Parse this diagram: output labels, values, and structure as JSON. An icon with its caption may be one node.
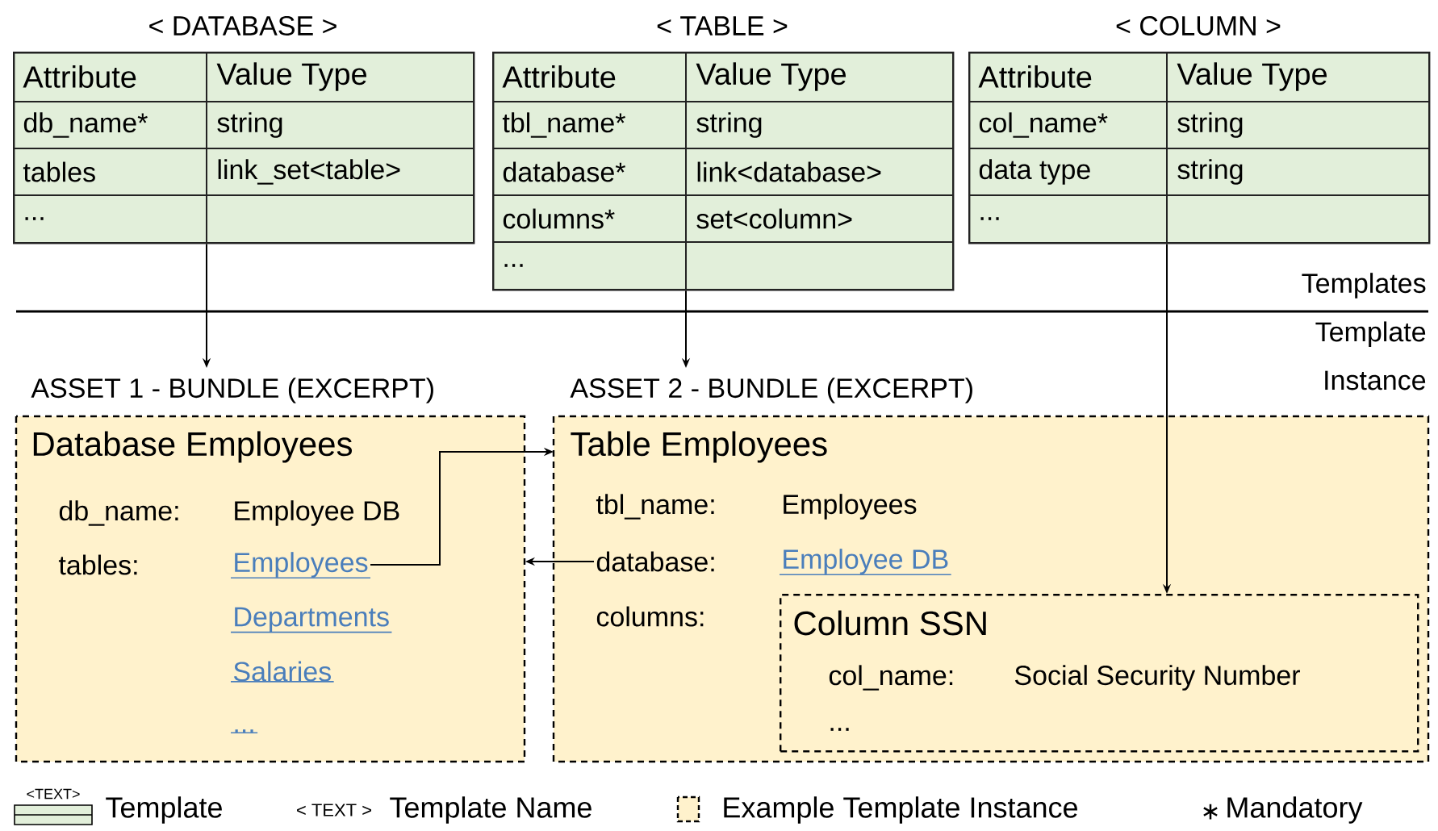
{
  "diagram": {
    "nodes": [
      {
        "text": [
          "< DATABASE >",
          "Attribute",
          "Value Type",
          "db_name*",
          "string",
          "tables",
          "link_set<table>",
          "..."
        ]
      },
      {
        "text": [
          "< TABLE >",
          "Attribute",
          "Value Type",
          "tbl_name*",
          "string",
          "database*",
          "link<database>",
          "columns*",
          "set<column>",
          "..."
        ]
      },
      {
        "text": [
          "< COLUMN >",
          "Attribute",
          "Value Type",
          "col_name*",
          "string",
          "data type",
          "string",
          "..."
        ]
      },
      {
        "text": [
          "ASSET 1 - BUNDLE (EXCERPT)",
          "Database Employees",
          "db_name:",
          "Employee DB",
          "tables:",
          "Departments",
          "Salaries",
          "..."
        ]
      },
      {
        "text": [
          "Employees"
        ],
        "in": 3
      },
      {
        "text": [
          "ASSET 2 - BUNDLE (EXCERPT)",
          "Table Employees",
          "tbl_name:",
          "Employees",
          "Employee DB",
          "columns:"
        ]
      },
      {
        "text": [
          "database:"
        ],
        "in": 5
      },
      {
        "text": [
          "Column SSN",
          "col_name:",
          "Social Security Number",
          "..."
        ],
        "in": 5
      }
    ],
    "edges": [
      {
        "from": 0,
        "to": 3,
        "arrow": "to"
      },
      {
        "from": 1,
        "to": 5,
        "arrow": "to"
      },
      {
        "from": 2,
        "to": 7,
        "arrow": "to"
      },
      {
        "from": 4,
        "to": 5,
        "arrow": "to"
      },
      {
        "from": 6,
        "to": 3,
        "arrow": "to"
      }
    ],
    "labels": [
      "Templates",
      "Template Instance",
      "<TEXT>",
      "< TEXT >",
      "∗"
    ],
    "legend": [
      {
        "text": "Template"
      },
      {
        "text": "Template Name"
      },
      {
        "text": "Example Template Instance",
        "color": "#fff2cc"
      },
      {
        "text": "Mandatory"
      }
    ]
  }
}
